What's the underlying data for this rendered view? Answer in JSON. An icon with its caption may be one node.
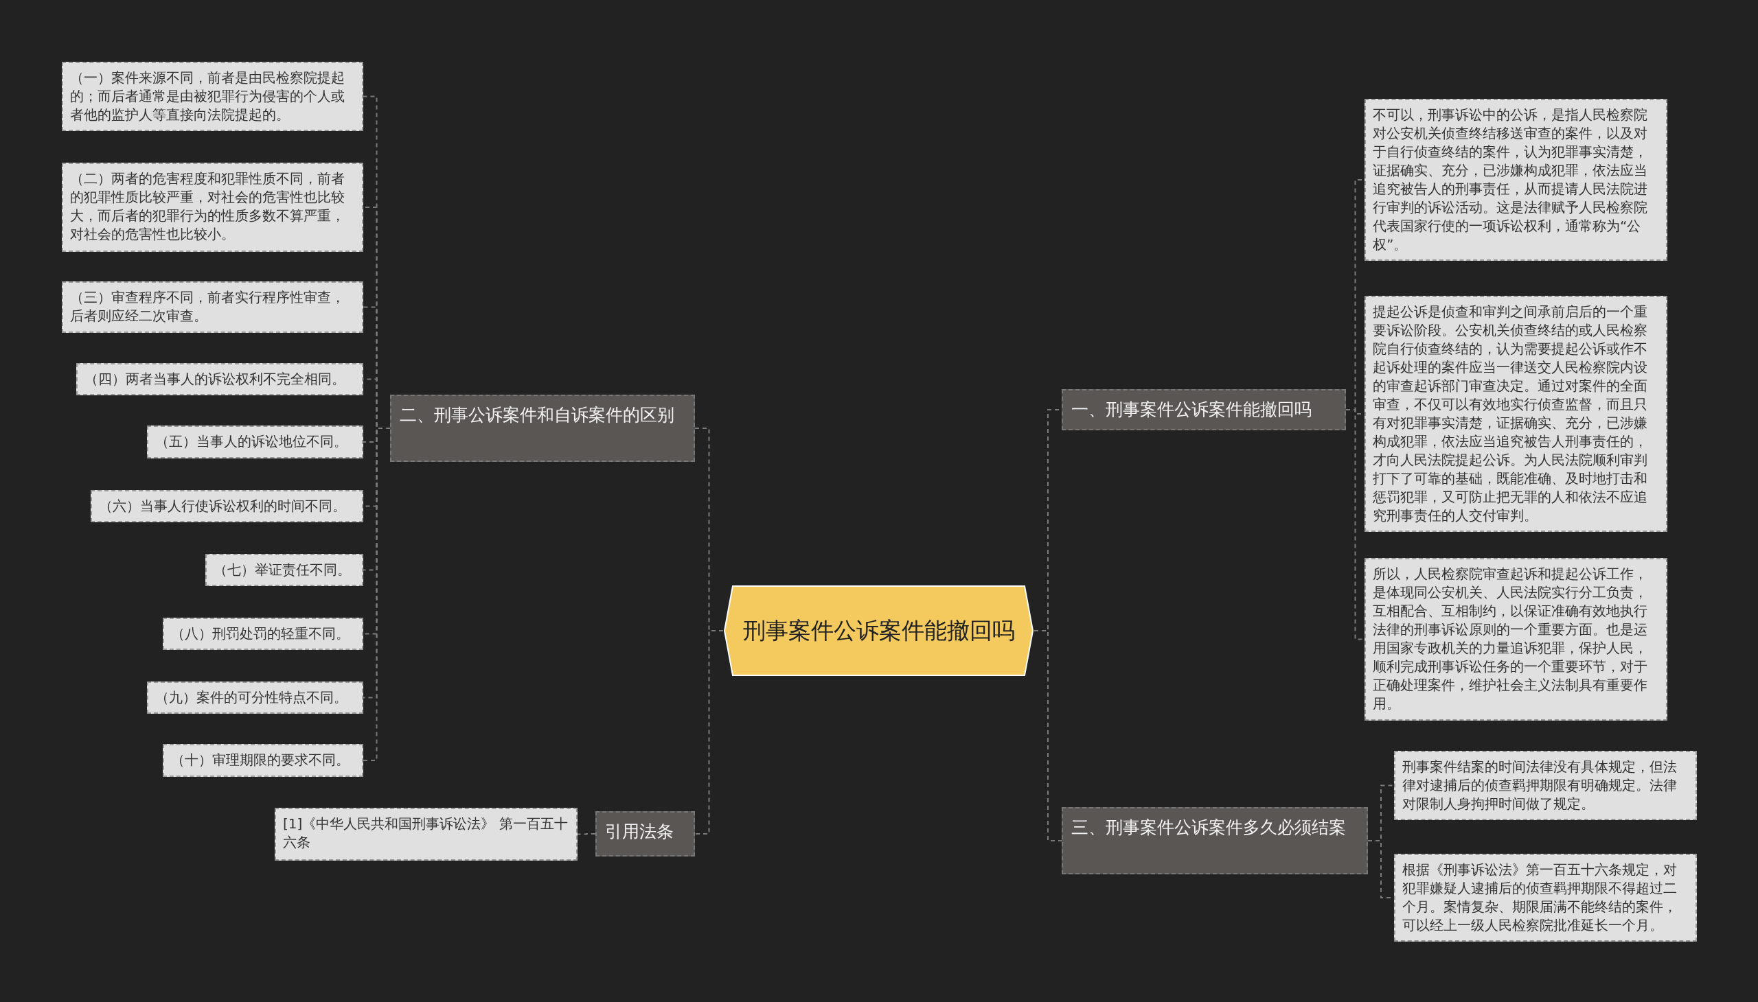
{
  "diagram": {
    "nodes": [
      {
        "text": [
          "刑事案件公诉案件能撤回吗"
        ]
      },
      {
        "text": [
          "一、刑事案件公诉案件能撤回吗"
        ]
      },
      {
        "text": [
          "不可以，刑事诉讼中的公诉，是指人民检察院对公安机关侦查终结移送审查的案件，以及对于自行侦查终结的案件，认为犯罪事实清楚，证据确实、充分，已涉嫌构成犯罪，依法应当追究被告人的刑事责任，从而提请人民法院进行审判的诉讼活动。这是法律赋予人民检察院代表国家行使的一项诉讼权利，通常称为“公权”。"
        ]
      },
      {
        "text": [
          "提起公诉是侦查和审判之间承前启后的一个重要诉讼阶段。公安机关侦查终结的或人民检察院自行侦查终结的，认为需要提起公诉或作不起诉处理的案件应当一律送交人民检察院内设的审查起诉部门审查决定。通过对案件的全面审查，不仅可以有效地实行侦查监督，而且只有对犯罪事实清楚，证据确实、充分，已涉嫌构成犯罪，依法应当追究被告人刑事责任的，才向人民法院提起公诉。为人民法院顺利审判打下了可靠的基础，既能准确、及时地打击和惩罚犯罪，又可防止把无罪的人和依法不应追究刑事责任的人交付审判。"
        ]
      },
      {
        "text": [
          "所以，人民检察院审查起诉和提起公诉工作，是体现同公安机关、人民法院实行分工负责，互相配合、互相制约，以保证准确有效地执行法律的刑事诉讼原则的一个重要方面。也是运用国家专政机关的力量追诉犯罪，保护人民，顺利完成刑事诉讼任务的一个重要环节，对于正确处理案件，维护社会主义法制具有重要作用。"
        ]
      },
      {
        "text": [
          "三、刑事案件公诉案件多久必须结案"
        ]
      },
      {
        "text": [
          "刑事案件结案的时间法律没有具体规定，但法律对逮捕后的侦查羁押期限有明确规定。法律对限制人身拘押时间做了规定。"
        ]
      },
      {
        "text": [
          "根据《刑事诉讼法》第一百五十六条规定，对犯罪嫌疑人逮捕后的侦查羁押期限不得超过二个月。案情复杂、期限届满不能终结的案件，可以经上一级人民检察院批准延长一个月。"
        ]
      },
      {
        "text": [
          "二、刑事公诉案件和自诉案件的区别"
        ]
      },
      {
        "text": [
          "（一）案件来源不同，前者是由民检察院提起的；而后者通常是由被犯罪行为侵害的个人或者他的监护人等直接向法院提起的。"
        ]
      },
      {
        "text": [
          "（二）两者的危害程度和犯罪性质不同，前者的犯罪性质比较严重，对社会的危害性也比较大，而后者的犯罪行为的性质多数不算严重，对社会的危害性也比较小。"
        ]
      },
      {
        "text": [
          "（三）审查程序不同，前者实行程序性审查，后者则应经二次审查。"
        ]
      },
      {
        "text": [
          "（四）两者当事人的诉讼权利不完全相同。"
        ]
      },
      {
        "text": [
          "（五）当事人的诉讼地位不同。"
        ]
      },
      {
        "text": [
          "（六）当事人行使诉讼权利的时间不同。"
        ]
      },
      {
        "text": [
          "（七）举证责任不同。"
        ]
      },
      {
        "text": [
          "（八）刑罚处罚的轻重不同。"
        ]
      },
      {
        "text": [
          "（九）案件的可分性特点不同。"
        ]
      },
      {
        "text": [
          "（十）审理期限的要求不同。"
        ]
      },
      {
        "text": [
          "引用法条"
        ]
      },
      {
        "text": [
          "[1]《中华人民共和国刑事诉讼法》 第一百五十六条"
        ]
      }
    ],
    "edges": [
      {
        "from": 0,
        "to": 1,
        "arrow": "none"
      },
      {
        "from": 1,
        "to": 2,
        "arrow": "none"
      },
      {
        "from": 1,
        "to": 3,
        "arrow": "none"
      },
      {
        "from": 1,
        "to": 4,
        "arrow": "none"
      },
      {
        "from": 0,
        "to": 5,
        "arrow": "none"
      },
      {
        "from": 5,
        "to": 6,
        "arrow": "none"
      },
      {
        "from": 5,
        "to": 7,
        "arrow": "none"
      },
      {
        "from": 0,
        "to": 8,
        "arrow": "none"
      },
      {
        "from": 8,
        "to": 9,
        "arrow": "none"
      },
      {
        "from": 8,
        "to": 10,
        "arrow": "none"
      },
      {
        "from": 8,
        "to": 11,
        "arrow": "none"
      },
      {
        "from": 8,
        "to": 12,
        "arrow": "none"
      },
      {
        "from": 8,
        "to": 13,
        "arrow": "none"
      },
      {
        "from": 8,
        "to": 14,
        "arrow": "none"
      },
      {
        "from": 8,
        "to": 15,
        "arrow": "none"
      },
      {
        "from": 8,
        "to": 16,
        "arrow": "none"
      },
      {
        "from": 8,
        "to": 17,
        "arrow": "none"
      },
      {
        "from": 8,
        "to": 18,
        "arrow": "none"
      },
      {
        "from": 0,
        "to": 19,
        "arrow": "none"
      },
      {
        "from": 19,
        "to": 20,
        "arrow": "none"
      }
    ]
  }
}
